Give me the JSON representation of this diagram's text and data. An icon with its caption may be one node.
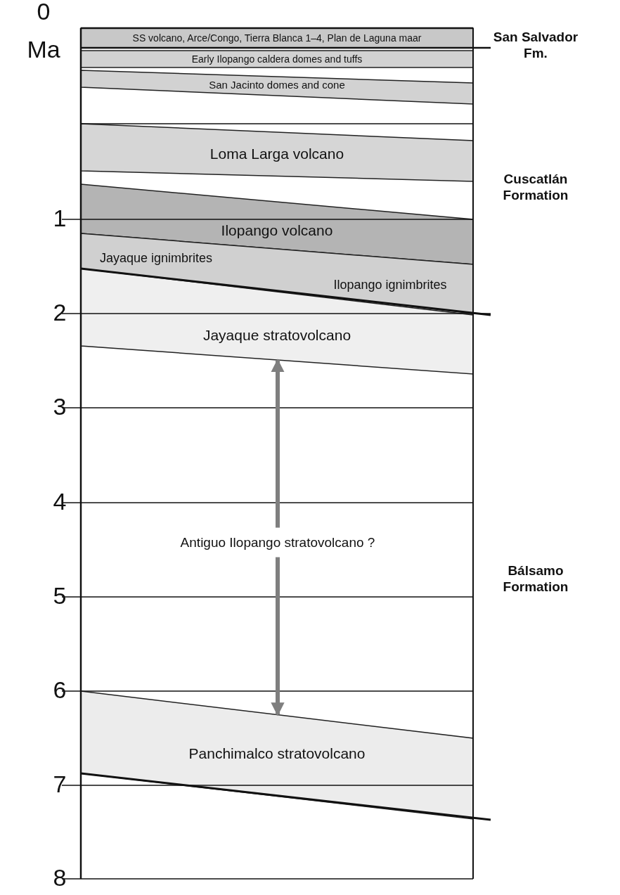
{
  "diagram": {
    "nodes": [
      {
        "text": [
          "SS volcano, Arce/Congo, Tierra Blanca 1–4, Plan de Laguna maar"
        ]
      },
      {
        "text": [
          "Early Ilopango caldera domes and tuffs"
        ]
      },
      {
        "text": [
          "San Jacinto domes and cone"
        ]
      },
      {
        "text": [
          "Loma Larga volcano"
        ]
      },
      {
        "text": [
          "Ilopango volcano"
        ]
      },
      {
        "text": [
          "Jayaque ignimbrites",
          "Ilopango ignimbrites"
        ]
      },
      {
        "text": [
          "Jayaque stratovolcano"
        ]
      },
      {
        "text": [
          "Panchimalco stratovolcano"
        ]
      },
      {
        "text": [
          "Antiguo Ilopango stratovolcano ?"
        ]
      }
    ],
    "edges": [
      {
        "from": 8,
        "to": 6,
        "arrow": "to"
      },
      {
        "from": 8,
        "to": 7,
        "arrow": "to"
      }
    ],
    "labels": [
      "0",
      "Ma",
      "San Salvador Fm.",
      "Cuscatlán Formation",
      "1",
      "2",
      "3",
      "4",
      "Bálsamo Formation",
      "5",
      "6",
      "7",
      "8"
    ]
  }
}
